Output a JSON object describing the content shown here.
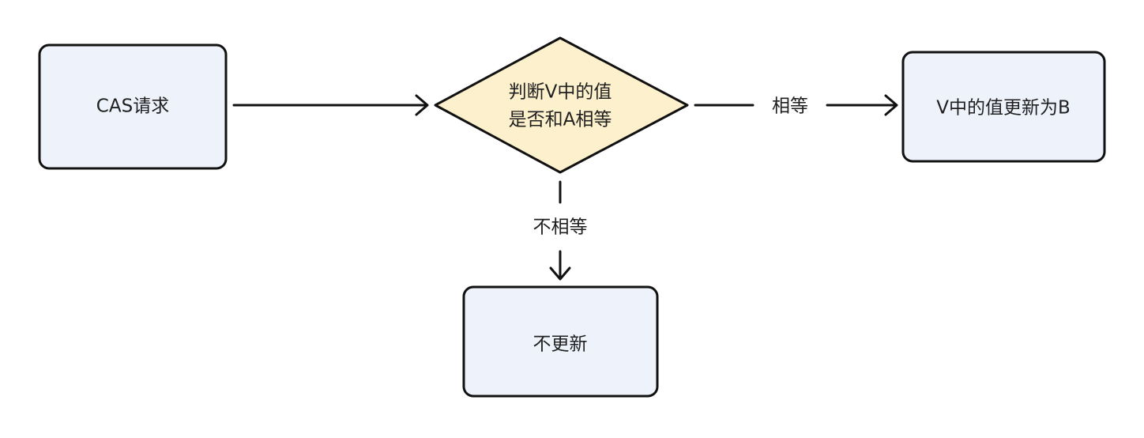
{
  "diagram": {
    "nodes": {
      "cas_request": {
        "label": "CAS请求"
      },
      "decision": {
        "line1": "判断V中的值",
        "line2": "是否和A相等"
      },
      "update": {
        "label": "V中的值更新为B"
      },
      "no_update": {
        "label": "不更新"
      }
    },
    "edges": {
      "equal": {
        "label": "相等"
      },
      "not_equal": {
        "label": "不相等"
      }
    },
    "colors": {
      "stroke": "#111111",
      "box_fill": "#eef2fb",
      "decision_fill": "#fdf0cc",
      "background": "#ffffff"
    }
  }
}
